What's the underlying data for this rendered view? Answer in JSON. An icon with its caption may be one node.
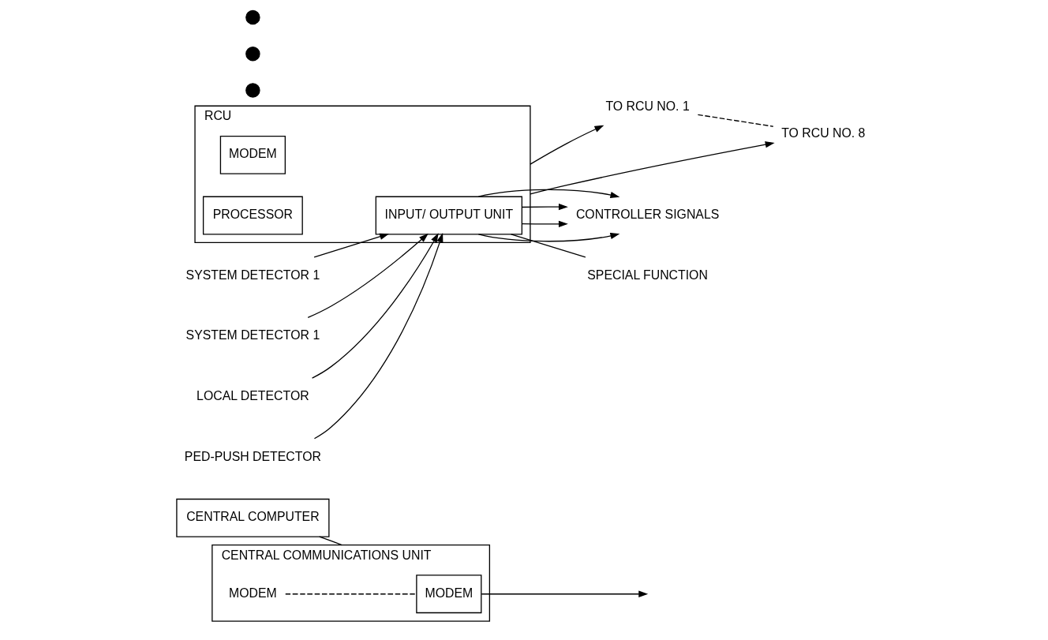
{
  "diagram": {
    "nodes": [
      {
        "text": [
          "CENTRAL COMPUTER"
        ]
      },
      {
        "text": [
          "CENTRAL COMMUNICATIONS UNIT"
        ]
      },
      {
        "text": [
          "MODEM"
        ],
        "in": 1
      },
      {
        "text": [
          "MODEM"
        ],
        "in": 1
      },
      {
        "text": [
          "TO RCU NO. 1"
        ]
      },
      {
        "text": [
          "TO RCU NO. 8"
        ]
      },
      {
        "text": [],
        "shape": "circle"
      },
      {
        "text": [],
        "shape": "circle"
      },
      {
        "text": [],
        "shape": "circle"
      },
      {
        "text": [
          "RCU"
        ]
      },
      {
        "text": [
          "MODEM"
        ],
        "in": 9
      },
      {
        "text": [
          "PROCESSOR"
        ],
        "in": 9
      },
      {
        "text": [
          "INPUT/ OUTPUT UNIT"
        ],
        "in": 9
      },
      {
        "text": [
          "SYSTEM DETECTOR 1"
        ]
      },
      {
        "text": [
          "SYSTEM DETECTOR 1"
        ]
      },
      {
        "text": [
          "LOCAL DETECTOR"
        ]
      },
      {
        "text": [
          "PED-PUSH DETECTOR"
        ]
      },
      {
        "text": [
          "CONTROLLER SIGNALS"
        ]
      },
      {
        "text": [
          "SPECIAL FUNCTION"
        ]
      }
    ],
    "edges": [
      {
        "from": 0,
        "to": 1,
        "arrow": "none"
      },
      {
        "from": 2,
        "to": 3,
        "arrow": "none",
        "style": "dashed"
      },
      {
        "from": 3,
        "to": null,
        "arrow": "to"
      },
      {
        "from": 9,
        "to": 4,
        "arrow": "to"
      },
      {
        "from": 9,
        "to": 5,
        "arrow": "to"
      },
      {
        "from": 4,
        "to": 5,
        "arrow": "none",
        "style": "dashed"
      },
      {
        "from": 13,
        "to": 12,
        "arrow": "to"
      },
      {
        "from": 14,
        "to": 12,
        "arrow": "to"
      },
      {
        "from": 15,
        "to": 12,
        "arrow": "to"
      },
      {
        "from": 16,
        "to": 12,
        "arrow": "to"
      },
      {
        "from": 12,
        "to": 17,
        "arrow": "to"
      },
      {
        "from": 12,
        "to": 17,
        "arrow": "to"
      },
      {
        "from": 12,
        "to": 17,
        "arrow": "to"
      },
      {
        "from": 12,
        "to": 17,
        "arrow": "to"
      },
      {
        "from": 12,
        "to": 18,
        "arrow": "none"
      }
    ]
  }
}
